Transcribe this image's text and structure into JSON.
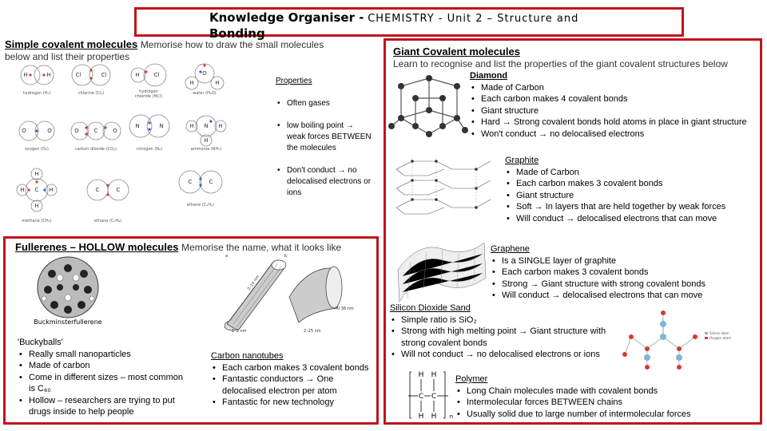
{
  "title": {
    "label": "Knowledge Organiser -",
    "subject": "CHEMISTRY - Unit 2 – Structure and",
    "line2": "Bonding"
  },
  "simple": {
    "heading": "Simple covalent molecules",
    "instruction": "Memorise how to draw the small molecules",
    "instruction2": "below and list their properties",
    "properties_title": "Properties",
    "properties": [
      "Often gases",
      "low boiling point → weak forces BETWEEN the molecules",
      "Don't conduct → no delocalised electrons or ions"
    ],
    "molecules": [
      "hydrogen (H₂)",
      "chlorine (Cl₂)",
      "hydrogen chloride (HCl)",
      "water (H₂O)",
      "oxygen (O₂)",
      "carbon dioxide (CO₂)",
      "nitrogen (N₂)",
      "ammonia (NH₃)",
      "methane (CH₄)",
      "ethane (C₂H₆)",
      "ethene (C₂H₄)"
    ]
  },
  "fullerenes": {
    "heading": "Fullerenes – HOLLOW molecules",
    "instruction": "Memorise the name, what it looks like",
    "image_caption": "Buckminsterfullerene",
    "buckyballs_title": "'Buckyballs'",
    "buckyballs": [
      "Really small nanoparticles",
      "Made of carbon",
      "Come in different sizes – most common is C₆₀",
      "Hollow – researchers are trying to put drugs inside to help people"
    ],
    "nanotubes_title": "Carbon nanotubes",
    "nanotubes": [
      "Each carbon makes 3 covalent bonds",
      "Fantastic conductors → One delocalised electron per atom",
      "Fantastic for new technology"
    ]
  },
  "giant": {
    "heading": "Giant Covalent molecules",
    "instruction": "Learn to recognise and list the properties of the giant covalent structures below",
    "diamond_title": "Diamond",
    "diamond": [
      "Made of Carbon",
      "Each carbon makes 4 covalent bonds",
      "Giant structure",
      "Hard → Strong covalent bonds hold atoms in place in giant structure",
      "Won't conduct → no delocalised electrons"
    ],
    "graphite_title": "Graphite",
    "graphite": [
      "Made of Carbon",
      "Each carbon makes 3 covalent bonds",
      "Giant structure",
      "Soft → In layers that are held together by weak forces",
      "Will conduct → delocalised electrons that can move"
    ],
    "graphene_title": "Graphene",
    "graphene": [
      "Is a SINGLE layer of graphite",
      "Each carbon makes 3 covalent bonds",
      "Strong → Giant structure with strong covalent bonds",
      "Will conduct → delocalised electrons that can move"
    ],
    "silica_title": "Silicon Dioxide Sand",
    "silica": [
      "Simple ratio is SiO₂",
      "Strong with high melting point → Giant structure with strong covalent bonds",
      "Will not conduct → no delocalised electrons or ions"
    ],
    "polymer_title": "Polymer",
    "polymer": [
      "Long Chain molecules made with covalent bonds",
      "Intermolecular forces BETWEEN chains",
      "Usually solid due to large number of intermolecular forces"
    ],
    "polymer_subscript": "n"
  },
  "colors": {
    "border": "#c0141c",
    "atom_red": "#d23a3a",
    "atom_blue": "#7ab8d8"
  }
}
